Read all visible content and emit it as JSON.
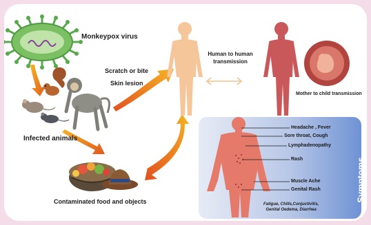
{
  "title_virus": "Monkeypox virus",
  "label_scratch": "Scratch or bite",
  "label_skin": "Skin lesion",
  "label_h2h_line1": "Human to human",
  "label_h2h_line2": "transmission",
  "label_mother_child": "Mother to child transmission",
  "label_infected_animals": "Infected animals",
  "label_contaminated": "Contaminated food and objects",
  "symptoms": {
    "heading": "Symptoms",
    "items": [
      "Headache , Fever",
      "Sore throat,  Cough",
      "Lymphadenopathy",
      "Rash",
      "Muscle Ache",
      "Genital Rash"
    ],
    "note_line1": "Fatigue, Chills,Conjuctivitis,",
    "note_line2": "Genital Oedema, Diarrhea"
  },
  "colors": {
    "virus": "#57a94b",
    "arrow_orange": "#f0a52a",
    "human_light": "#f5c69a",
    "human_dark": "#c9585a",
    "double_arrow": "#f1c48f",
    "symptom_body": "#e67a6a"
  }
}
